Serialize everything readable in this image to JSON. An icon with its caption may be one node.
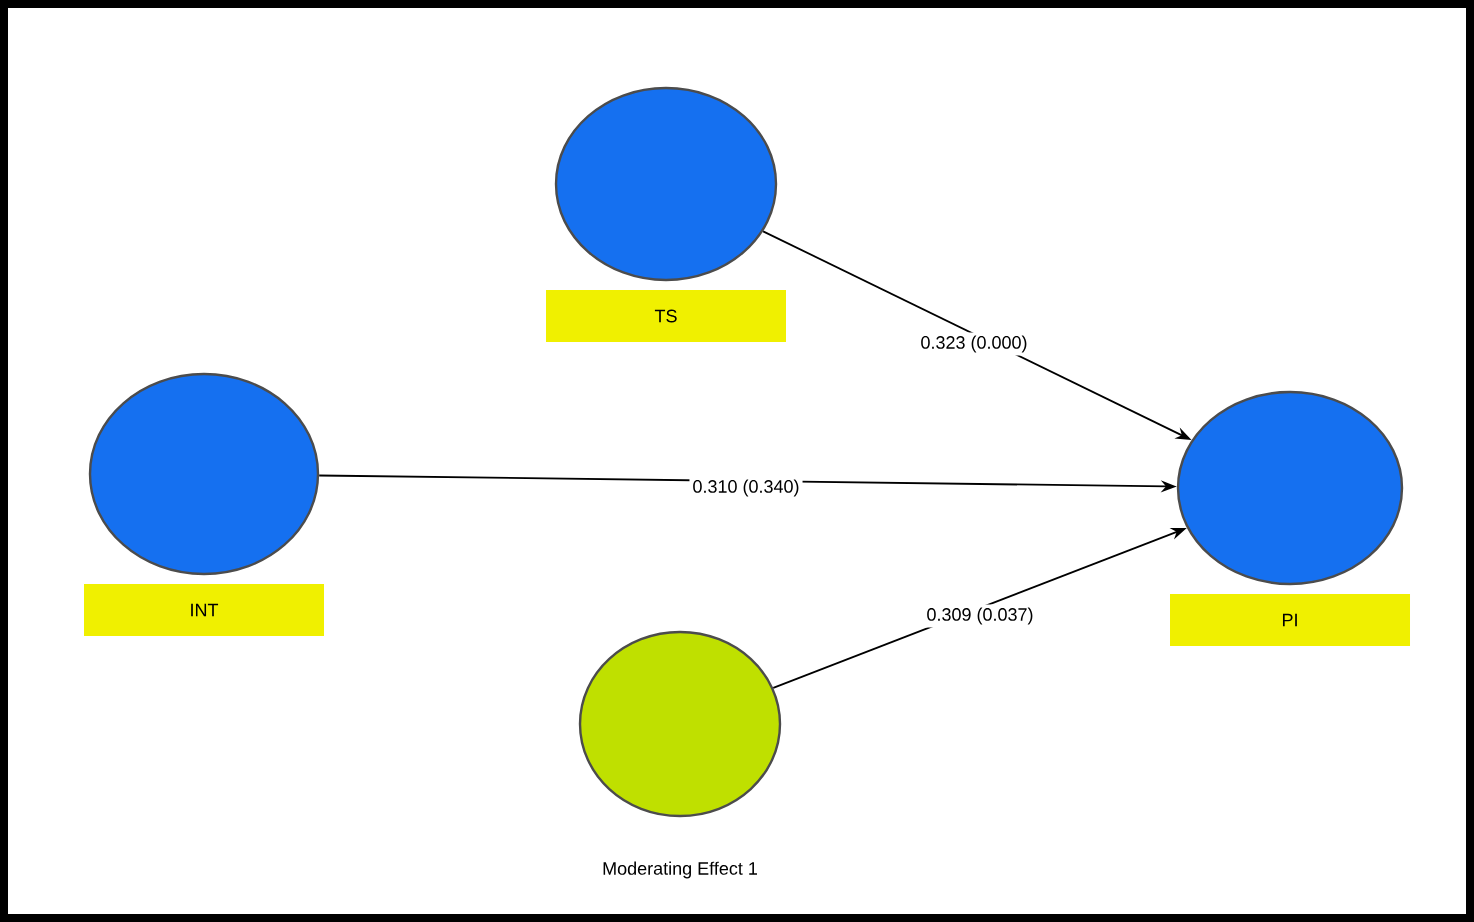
{
  "diagram": {
    "nodes": [
      {
        "text": [
          "TS"
        ]
      },
      {
        "text": [
          "INT"
        ]
      },
      {
        "text": [
          "PI"
        ]
      },
      {
        "text": [
          "Moderating Effect 1"
        ]
      }
    ],
    "edges": [
      {
        "from": 0,
        "to": 2,
        "arrow": "to",
        "label": "0.323 (0.000)"
      },
      {
        "from": 1,
        "to": 2,
        "arrow": "to",
        "label": "0.310 (0.340)"
      },
      {
        "from": 3,
        "to": 2,
        "arrow": "to",
        "label": "0.309 (0.037)"
      }
    ]
  }
}
